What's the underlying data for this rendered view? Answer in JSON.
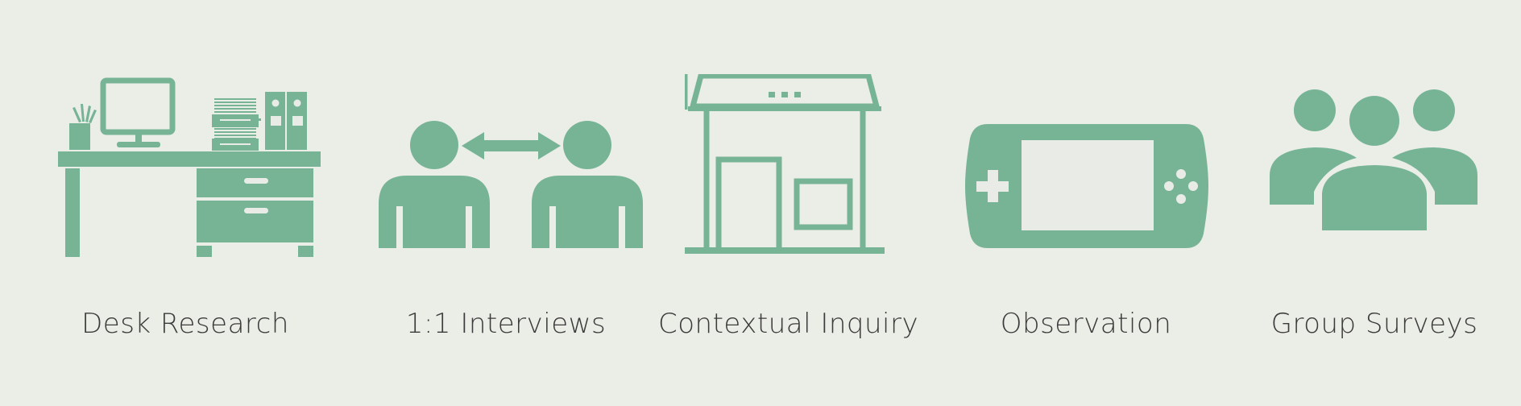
{
  "colors": {
    "background": "#ebede7",
    "icon": "#77b496",
    "icon_highlight": "#e9ece6",
    "text": "#3b3b3b"
  },
  "methods": [
    {
      "icon": "desk-icon",
      "label": "Desk Research"
    },
    {
      "icon": "interview-icon",
      "label": "1:1 Interviews"
    },
    {
      "icon": "storefront-icon",
      "label": "Contextual Inquiry"
    },
    {
      "icon": "tablet-icon",
      "label": "Observation"
    },
    {
      "icon": "group-icon",
      "label": "Group Surveys"
    }
  ]
}
